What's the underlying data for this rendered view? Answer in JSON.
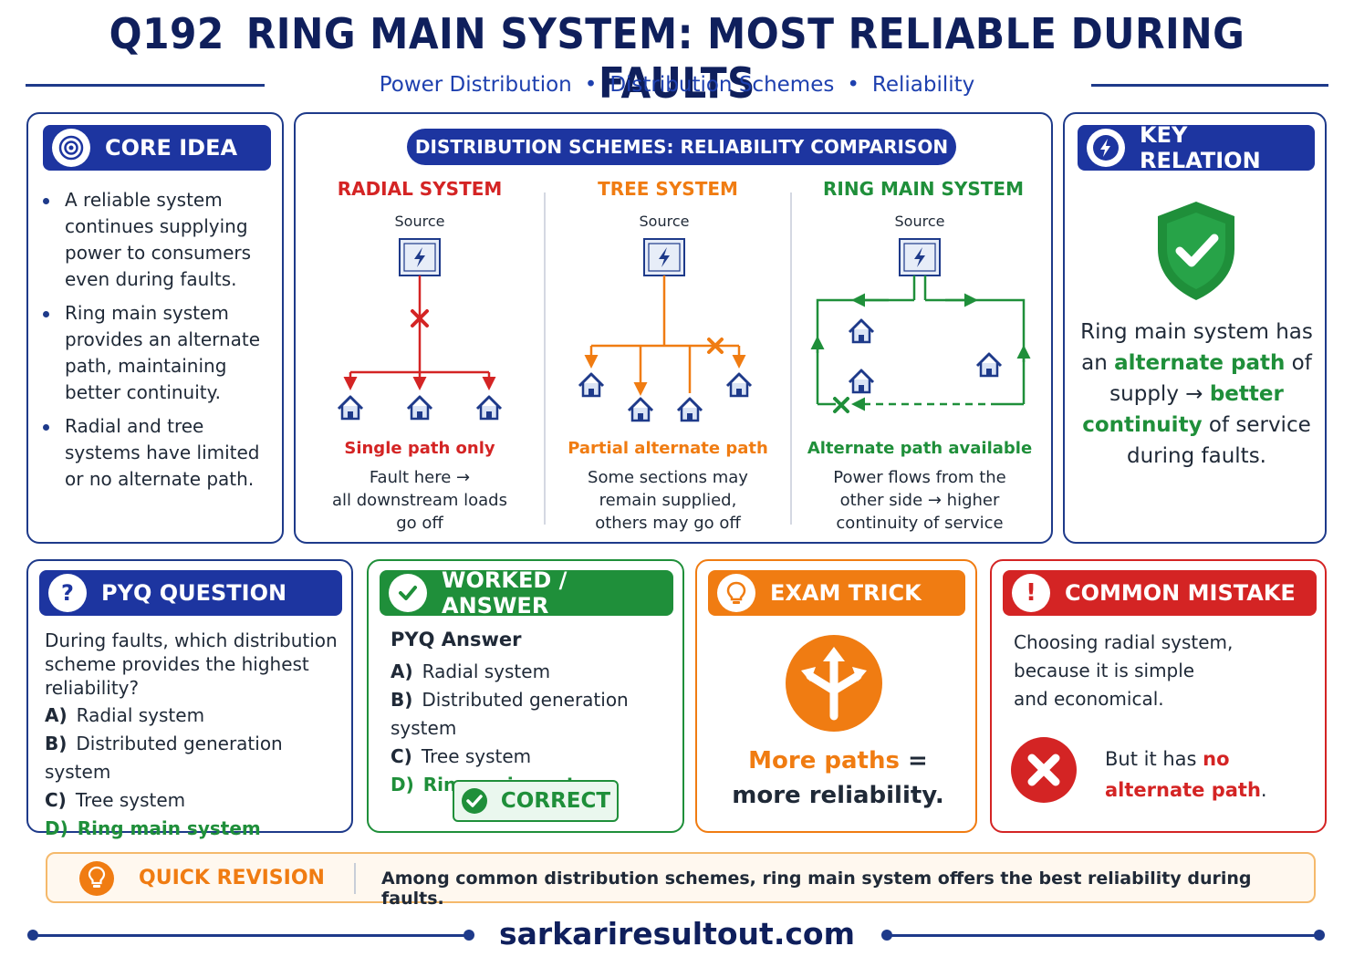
{
  "header": {
    "qno": "Q192",
    "title": "RING MAIN SYSTEM: MOST RELIABLE DURING FAULTS",
    "tags": [
      "Power Distribution",
      "Distribution Schemes",
      "Reliability"
    ]
  },
  "core_idea": {
    "title": "CORE IDEA",
    "bullets": [
      "A reliable system continues supplying power to consumers even during faults.",
      "Ring main system provides an alternate path, maintaining better continuity.",
      "Radial and tree systems have limited or no alternate path."
    ]
  },
  "comparison": {
    "title": "DISTRIBUTION SCHEMES: RELIABILITY COMPARISON",
    "source_label": "Source",
    "radial": {
      "name": "RADIAL SYSTEM",
      "caption_head": "Single path only",
      "caption_lines": [
        "Fault here →",
        "all downstream loads",
        "go off"
      ]
    },
    "tree": {
      "name": "TREE SYSTEM",
      "caption_head": "Partial alternate path",
      "caption_lines": [
        "Some sections may",
        "remain supplied,",
        "others may go off"
      ]
    },
    "ring": {
      "name": "RING MAIN SYSTEM",
      "caption_head": "Alternate path available",
      "caption_lines": [
        "Power flows from the",
        "other side → higher",
        "continuity of service"
      ]
    }
  },
  "key_relation": {
    "title": "KEY RELATION",
    "text_1": "Ring main system has",
    "text_2a": "an ",
    "text_2b": "alternate path",
    "text_2c": " of",
    "text_3a": "supply → ",
    "text_3b": "better",
    "text_4a": "continuity",
    "text_4b": " of service",
    "text_5": "during faults."
  },
  "pyq": {
    "title": "PYQ QUESTION",
    "question": "During faults, which distribution scheme provides the highest reliability?",
    "options": [
      {
        "key": "A)",
        "text": "Radial system"
      },
      {
        "key": "B)",
        "text": "Distributed generation system"
      },
      {
        "key": "C)",
        "text": "Tree system"
      },
      {
        "key": "D)",
        "text": "Ring main system"
      }
    ]
  },
  "answer": {
    "title": "WORKED / ANSWER",
    "heading": "PYQ Answer",
    "options": [
      {
        "key": "A)",
        "text": "Radial system"
      },
      {
        "key": "B)",
        "text": "Distributed generation system"
      },
      {
        "key": "C)",
        "text": "Tree system"
      },
      {
        "key": "D)",
        "text": "Ring main system"
      }
    ],
    "badge": "CORRECT"
  },
  "trick": {
    "title": "EXAM TRICK",
    "line_a": "More paths",
    "line_b": " =",
    "line_c": "more reliability."
  },
  "mistake": {
    "title": "COMMON MISTAKE",
    "text": [
      "Choosing radial system,",
      "because it is simple",
      "and economical."
    ],
    "but_a": "But it has ",
    "but_b": "no",
    "but_c": "alternate path",
    "but_d": "."
  },
  "revision": {
    "label": "QUICK REVISION",
    "text": "Among common distribution schemes, ring main system offers the best reliability during faults."
  },
  "footer": {
    "site": "sarkariresultout.com"
  },
  "colors": {
    "navy": "#1d35a0",
    "green": "#1f8f3a",
    "orange": "#f07c12",
    "red": "#d42424"
  }
}
